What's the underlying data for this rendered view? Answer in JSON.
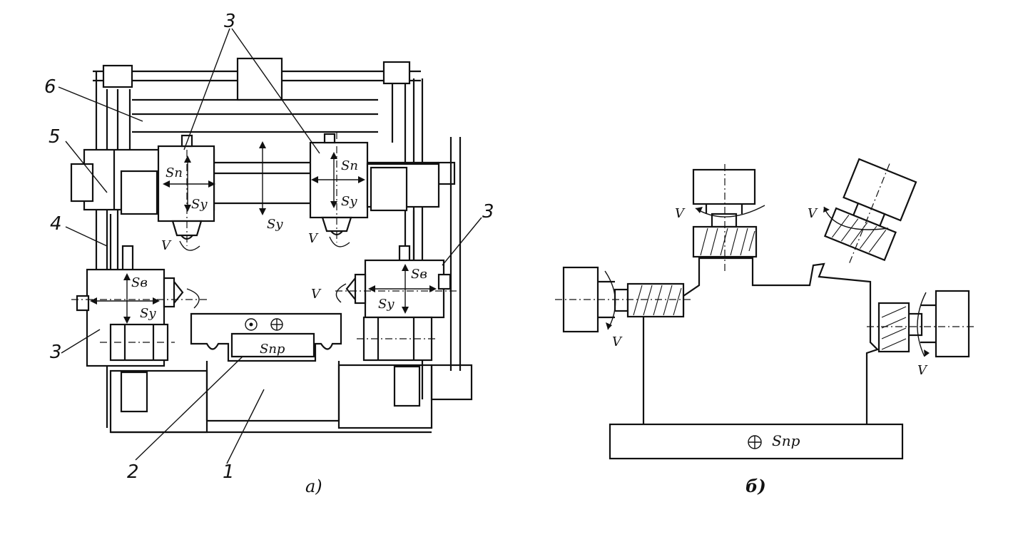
{
  "figure_a": {
    "caption": "а)",
    "callouts": {
      "n1": "1",
      "n2": "2",
      "n3_top": "3",
      "n3_right": "3",
      "n3_left": "3",
      "n4": "4",
      "n5": "5",
      "n6": "6"
    },
    "feeds": {
      "sn": "Sп",
      "sy": "Sy",
      "sb": "Sв",
      "spr": "Sпр"
    },
    "rotation": "V",
    "table_symbols": [
      "⊙",
      "⊕"
    ]
  },
  "figure_b": {
    "caption": "б)",
    "table_label": "Sпр",
    "table_symbol": "⊕",
    "rotation": "V"
  }
}
